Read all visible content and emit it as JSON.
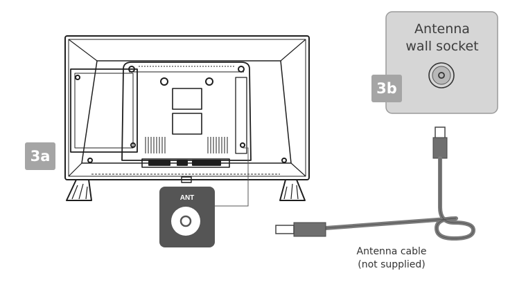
{
  "badges": {
    "tv": "3a",
    "wall": "3b"
  },
  "wall_socket": {
    "line1": "Antenna",
    "line2": "wall socket",
    "icon": "coax-socket-icon"
  },
  "ant_panel": {
    "label": "ANT",
    "icon": "coax-port-icon"
  },
  "cable": {
    "line1": "Antenna cable",
    "line2": "(not supplied)"
  },
  "colors": {
    "badge": "#a5a5a5",
    "wall_box": "#d6d6d6",
    "ant_panel": "#555555",
    "cable": "#7a7a7a",
    "line": "#222222"
  }
}
